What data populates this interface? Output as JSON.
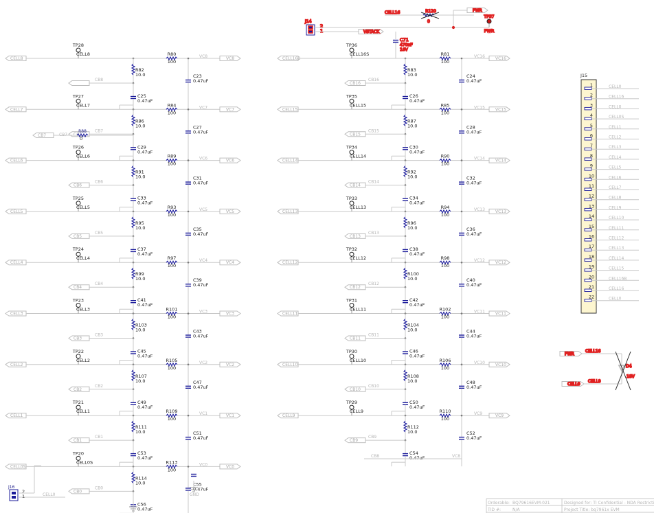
{
  "left_column": {
    "stages": [
      {
        "tp": "TP28",
        "cell": "CELL8",
        "in": "CELL8",
        "r": "R80",
        "rval": "100",
        "vc": "VC8",
        "rs": "R82",
        "rsval": "10.0",
        "cb": "CB8",
        "cu": "C23",
        "cuval": "0.47uF",
        "cl": "C25",
        "clval": "0.47uF"
      },
      {
        "tp": "TP27",
        "cell": "CELL7",
        "in": "CELL7",
        "r": "R84",
        "rval": "100",
        "vc": "VC7",
        "rs": "R86",
        "rsval": "10.0",
        "cb": "CB7",
        "cu": "C27",
        "cuval": "0.47uF",
        "cl": "C29",
        "clval": "0.47uF"
      },
      {
        "tp": "TP26",
        "cell": "CELL6",
        "in": "CELL6",
        "r": "R89",
        "rval": "100",
        "vc": "VC6",
        "rs": "R91",
        "rsval": "10.0",
        "cb": "CB6",
        "cu": "C31",
        "cuval": "0.47uF",
        "cl": "C33",
        "clval": "0.47uF"
      },
      {
        "tp": "TP25",
        "cell": "CELL5",
        "in": "CELL5",
        "r": "R93",
        "rval": "100",
        "vc": "VC5",
        "rs": "R95",
        "rsval": "10.0",
        "cb": "CB5",
        "cu": "C35",
        "cuval": "0.47uF",
        "cl": "C37",
        "clval": "0.47uF"
      },
      {
        "tp": "TP24",
        "cell": "CELL4",
        "in": "CELL4",
        "r": "R97",
        "rval": "100",
        "vc": "VC4",
        "rs": "R99",
        "rsval": "10.0",
        "cb": "CB4",
        "cu": "C39",
        "cuval": "0.47uF",
        "cl": "C41",
        "clval": "0.47uF"
      },
      {
        "tp": "TP23",
        "cell": "CELL3",
        "in": "CELL3",
        "r": "R101",
        "rval": "100",
        "vc": "VC3",
        "rs": "R103",
        "rsval": "10.0",
        "cb": "CB3",
        "cu": "C43",
        "cuval": "0.47uF",
        "cl": "C45",
        "clval": "0.47uF"
      },
      {
        "tp": "TP22",
        "cell": "CELL2",
        "in": "CELL2",
        "r": "R105",
        "rval": "100",
        "vc": "VC2",
        "rs": "R107",
        "rsval": "10.0",
        "cb": "CB2",
        "cu": "C47",
        "cuval": "0.47uF",
        "cl": "C49",
        "clval": "0.47uF"
      },
      {
        "tp": "TP21",
        "cell": "CELL1",
        "in": "CELL1",
        "r": "R109",
        "rval": "100",
        "vc": "VC1",
        "rs": "R111",
        "rsval": "10.0",
        "cb": "CB1",
        "cu": "C51",
        "cuval": "0.47uF",
        "cl": "C53",
        "clval": "0.47uF"
      },
      {
        "tp": "TP20",
        "cell": "CELL0S",
        "in": "CELL0S",
        "r": "R113",
        "rval": "100",
        "vc": "VC0",
        "rs": "R114",
        "rsval": "10.0",
        "cb": "CB0",
        "cu": "C55",
        "cuval": "0.47uF",
        "cl": "C56",
        "clval": "0.47uF"
      }
    ],
    "cb_tap": {
      "flag": "CB7",
      "label": "CB7",
      "part": "R88",
      "val": "0"
    },
    "first_cb_left": "CB8",
    "gnd_label": "GND",
    "j16": {
      "ref": "J16",
      "pin2": "2",
      "pin1": "1",
      "net": "CELL0"
    }
  },
  "right_column": {
    "stages": [
      {
        "tp": "TP36",
        "cell": "CELL16S",
        "in": "CELL16B",
        "r": "R81",
        "rval": "100",
        "vc": "VC16",
        "rs": "R83",
        "rsval": "10.0",
        "cb": "CB16",
        "cu": "C24",
        "cuval": "0.47uF",
        "cl": "C26",
        "clval": "0.47uF"
      },
      {
        "tp": "TP35",
        "cell": "CELL15",
        "in": "CELL15",
        "r": "R85",
        "rval": "100",
        "vc": "VC15",
        "rs": "R87",
        "rsval": "10.0",
        "cb": "CB15",
        "cu": "C28",
        "cuval": "0.47uF",
        "cl": "C30",
        "clval": "0.47uF"
      },
      {
        "tp": "TP34",
        "cell": "CELL14",
        "in": "CELL14",
        "r": "R90",
        "rval": "100",
        "vc": "VC14",
        "rs": "R92",
        "rsval": "10.0",
        "cb": "CB14",
        "cu": "C32",
        "cuval": "0.47uF",
        "cl": "C34",
        "clval": "0.47uF"
      },
      {
        "tp": "TP33",
        "cell": "CELL13",
        "in": "CELL13",
        "r": "R94",
        "rval": "100",
        "vc": "VC13",
        "rs": "R96",
        "rsval": "10.0",
        "cb": "CB13",
        "cu": "C36",
        "cuval": "0.47uF",
        "cl": "C38",
        "clval": "0.47uF"
      },
      {
        "tp": "TP32",
        "cell": "CELL12",
        "in": "CELL12",
        "r": "R98",
        "rval": "100",
        "vc": "VC12",
        "rs": "R100",
        "rsval": "10.0",
        "cb": "CB12",
        "cu": "C40",
        "cuval": "0.47uF",
        "cl": "C42",
        "clval": "0.47uF"
      },
      {
        "tp": "TP31",
        "cell": "CELL11",
        "in": "CELL11",
        "r": "R102",
        "rval": "100",
        "vc": "VC11",
        "rs": "R104",
        "rsval": "10.0",
        "cb": "CB11",
        "cu": "C44",
        "cuval": "0.47uF",
        "cl": "C46",
        "clval": "0.47uF"
      },
      {
        "tp": "TP30",
        "cell": "CELL10",
        "in": "CELL10",
        "r": "R106",
        "rval": "100",
        "vc": "VC10",
        "rs": "R108",
        "rsval": "10.0",
        "cb": "CB10",
        "cu": "C48",
        "cuval": "0.47uF",
        "cl": "C50",
        "clval": "0.47uF"
      },
      {
        "tp": "TP29",
        "cell": "CELL9",
        "in": "CELL9",
        "r": "R110",
        "rval": "100",
        "vc": "VC9",
        "rs": "R112",
        "rsval": "10.0",
        "cb": "CB9",
        "cu": "C52",
        "cuval": "0.47uF",
        "cl": "C54",
        "clval": "0.47uF"
      }
    ],
    "bottom_cb": "CB8",
    "bottom_vc": "VC8"
  },
  "top": {
    "j14": {
      "ref": "J14",
      "pin2": "2",
      "pin1": "1"
    },
    "net_cell16": "CELL16",
    "r120": {
      "ref": "R120",
      "val": "0"
    },
    "pwr_flag": "PWR",
    "tp37": {
      "ref": "TP37",
      "label": "PWR"
    },
    "vstack": "VSTACK",
    "c71": {
      "ref": "C71",
      "val": "470nF",
      "volt": "16V"
    }
  },
  "j15": {
    "ref": "J15",
    "pins": [
      "1",
      "2",
      "3",
      "4",
      "5",
      "6",
      "7",
      "8",
      "9",
      "10",
      "11",
      "12",
      "13",
      "14",
      "15",
      "16",
      "17",
      "18",
      "19",
      "20",
      "21",
      "22"
    ],
    "nets": [
      "CELL0",
      "CELL16",
      "CELL0",
      "CELL0S",
      "CELL1",
      "CELL2",
      "CELL3",
      "CELL4",
      "CELL5",
      "CELL6",
      "CELL7",
      "CELL8",
      "CELL9",
      "CELL10",
      "CELL11",
      "CELL12",
      "CELL13",
      "CELL14",
      "CELL15",
      "CELL16B",
      "CELL16",
      "CELL0"
    ]
  },
  "dnp": {
    "pwr": "PWR",
    "cell16": "CELL16",
    "d": "D4",
    "dval": "18V",
    "cell0": "CELL0"
  },
  "title_block": {
    "orderable_label": "Orderable:",
    "orderable": "BQ79616EVM-021",
    "tid_label": "TID #:",
    "tid": "N/A",
    "designed": "Designed for: TI Confidential - NDA Restrictions",
    "project": "Project Title: bq7961x EVM"
  }
}
